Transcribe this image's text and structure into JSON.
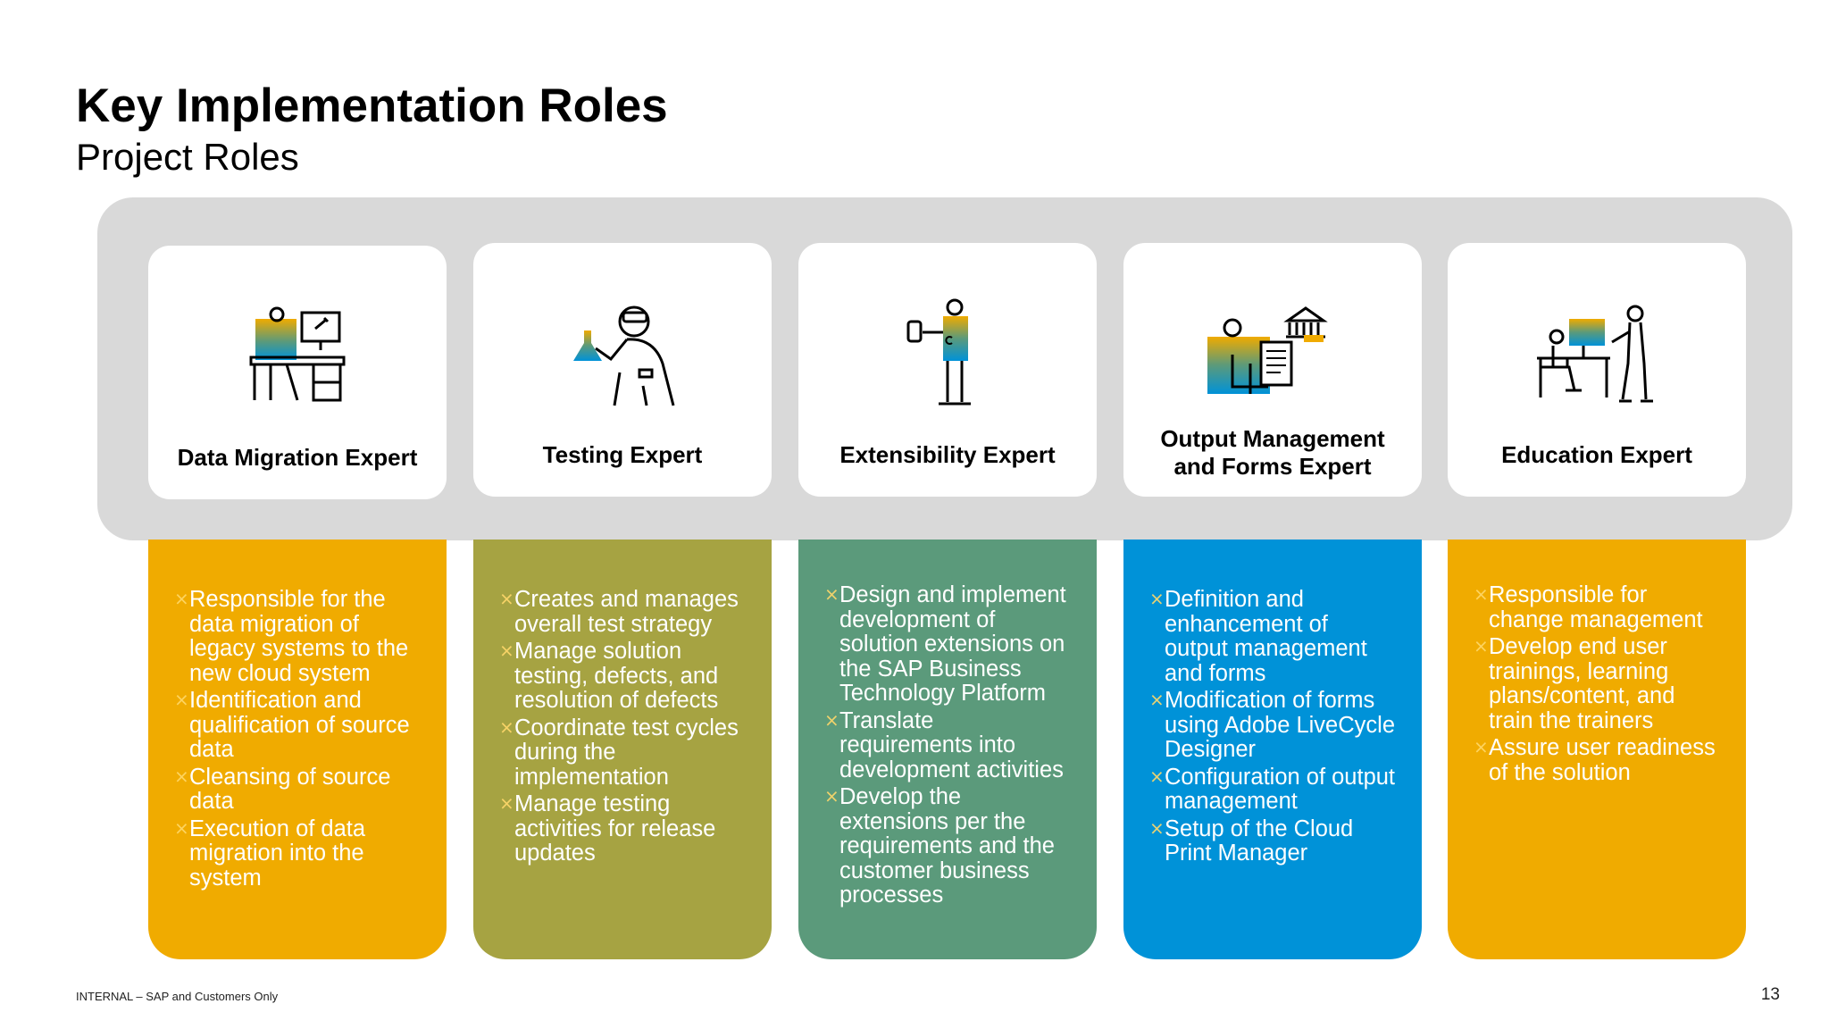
{
  "header": {
    "title": "Key Implementation Roles",
    "subtitle": "Project Roles"
  },
  "roles": [
    {
      "name": "Data Migration Expert",
      "icon": "person-at-computer-desk-icon",
      "color": "#f0ab00",
      "bullets": [
        "Responsible for the data migration of legacy systems to the new cloud system",
        "Identification and qualification of source data",
        "Cleansing of source data",
        "Execution of data migration into the system"
      ]
    },
    {
      "name": "Testing Expert",
      "icon": "scientist-with-flask-icon",
      "color": "#a6a342",
      "bullets": [
        "Creates and manages overall test strategy",
        "Manage solution testing, defects, and resolution of defects",
        "Coordinate test cycles during the implementation",
        "Manage testing activities for release updates"
      ]
    },
    {
      "name": "Extensibility Expert",
      "icon": "person-with-phone-icon",
      "color": "#5b9a7b",
      "bullets": [
        "Design and implement development of solution extensions on the SAP Business Technology Platform",
        "Translate requirements into development activities",
        "Develop the extensions per the requirements and the customer business processes"
      ]
    },
    {
      "name": "Output Management and Forms Expert",
      "icon": "person-with-legal-document-icon",
      "color": "#0092d8",
      "bullets": [
        "Definition and enhancement of output management and forms",
        "Modification of forms using Adobe LiveCycle Designer",
        "Configuration of output management",
        "Setup of the Cloud Print Manager"
      ]
    },
    {
      "name": "Education Expert",
      "icon": "trainer-with-student-icon",
      "color": "#f0ab00",
      "bullets": [
        "Responsible for change management",
        "Develop end user trainings, learning plans/content, and train the trainers",
        "Assure user readiness of the solution"
      ]
    }
  ],
  "footer": {
    "classification": "INTERNAL – SAP and Customers Only",
    "page": "13"
  }
}
